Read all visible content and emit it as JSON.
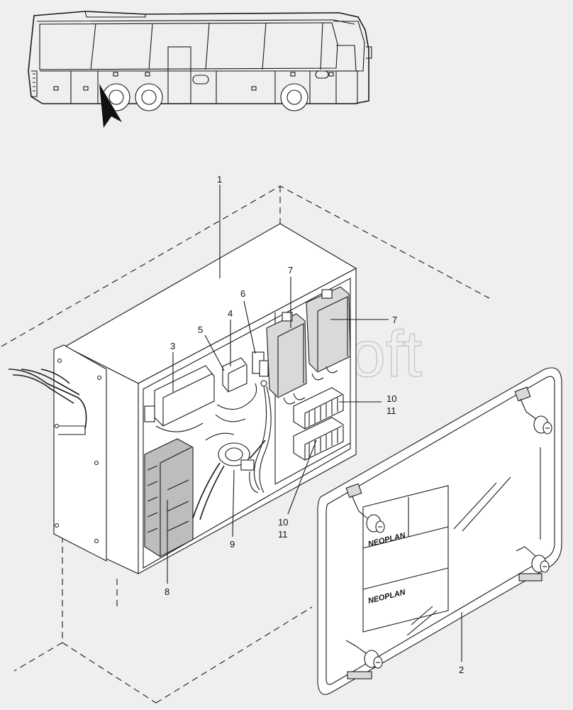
{
  "watermark": "AutoSoft",
  "callouts": {
    "c1": "1",
    "c2": "2",
    "c3": "3",
    "c4": "4",
    "c5": "5",
    "c6": "6",
    "c7a": "7",
    "c7b": "7",
    "c8": "8",
    "c9": "9",
    "c10a": "10",
    "c11a": "11",
    "c10b": "10",
    "c11b": "11"
  },
  "door_labels": {
    "upper": "NEOPLAN",
    "lower": "NEOPLAN"
  },
  "colors": {
    "background": "#efefef",
    "line": "#1a1a1a",
    "watermark": "#c8c8c8"
  }
}
